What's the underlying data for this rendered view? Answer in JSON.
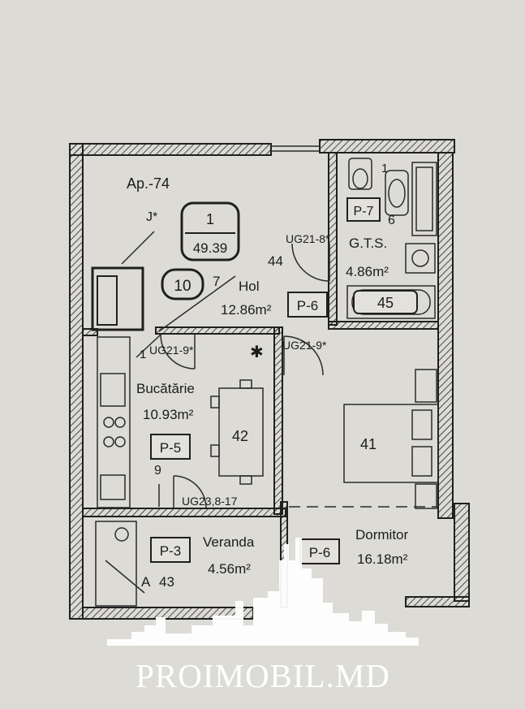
{
  "apartment": {
    "name": "Ap.-74",
    "number": "1",
    "area": "49.39"
  },
  "marker_j": "J*",
  "circle_tags": [
    {
      "id": "tag-10",
      "text": "10"
    }
  ],
  "numbers": {
    "n7": "7",
    "n44": "44",
    "n1a": "1",
    "n1b": "1",
    "n6": "6",
    "n9": "9",
    "n41": "41",
    "n42": "42",
    "n43": "43",
    "n45": "45",
    "a": "A"
  },
  "rooms": {
    "hol": {
      "name": "Hol",
      "area": "12.86m²"
    },
    "gts": {
      "name": "G.T.S.",
      "area": "4.86m²"
    },
    "bucatarie": {
      "name": "Bucătărie",
      "area": "10.93m²"
    },
    "veranda": {
      "name": "Veranda",
      "area": "4.56m²"
    },
    "dormitor": {
      "name": "Dormitor",
      "area": "16.18m²"
    }
  },
  "panel_tags": {
    "p7": "P-7",
    "p6_hol": "P-6",
    "p5": "P-5",
    "p3": "P-3",
    "p6_dorm": "P-6"
  },
  "door_codes": {
    "ug21_8": "UG21-8*",
    "ug21_9_left": "UG21-9*",
    "ug21_9_right": "UG21-9*",
    "ug23": "UG23,8-17"
  },
  "watermark": {
    "text": "PROIMOBIL.MD"
  },
  "colors": {
    "paper": "#dcdbd6",
    "ink": "#1f1f1f",
    "watermark": "#ffffff"
  }
}
